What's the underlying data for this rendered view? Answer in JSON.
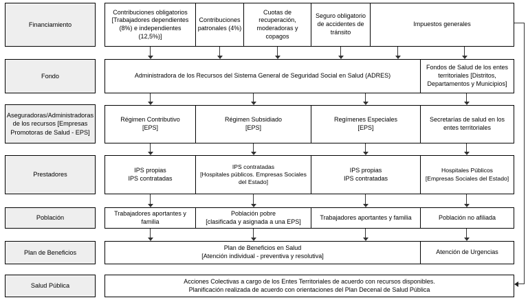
{
  "labels": {
    "financiamiento": "Financiamiento",
    "fondo": "Fondo",
    "aseguradoras": "Aseguradoras/Administradoras\nde los recursos [Empresas\nPromotoras de Salud - EPS]",
    "prestadores": "Prestadores",
    "poblacion": "Población",
    "plan_beneficios": "Plan de Beneficios",
    "salud_publica": "Salud Pública"
  },
  "financiamiento": {
    "contribuciones_obligatorias": "Contribuciones obligatorios\n[Trabajadores dependientes\n(8%) e independientes\n(12,5%)]",
    "contribuciones_patronales": "Contribuciones\npatronales (4%)",
    "cuotas": "Cuotas de\nrecuperación,\nmoderadoras y\ncopagos",
    "seguro_transito": "Seguro obligatorio\nde accidentes de\ntránsito",
    "impuestos": "Impuestos generales"
  },
  "fondo": {
    "adres": "Administradora de los Recursos del Sistema General de Seguridad Social en Salud (ADRES)",
    "fondos_territoriales": "Fondos de Salud de los entes\nterritoriales [Distritos,\nDepartamentos y Municipios]"
  },
  "aseguradoras": {
    "contributivo": "Régimen Contributivo\n[EPS]",
    "subsidiado": "Régimen Subsidiado\n[EPS]",
    "especiales": "Regímenes Especiales\n[EPS]",
    "secretarias": "Secretarías de salud en los\nentes territoriales"
  },
  "prestadores": {
    "c1": "IPS propias\nIPS contratadas",
    "c2": "IPS contratadas\n[Hospitales públicos. Empresas Sociales\ndel Estado]",
    "c3": "IPS propias\nIPS contratadas",
    "c4": "Hospitales Públicos\n[Empresas Sociales del Estado]"
  },
  "poblacion": {
    "c1": "Trabajadores aportantes y\nfamilia",
    "c2": "Población pobre\n[clasificada y asignada a una EPS]",
    "c3": "Trabajadores aportantes y familia",
    "c4": "Población no afiliada"
  },
  "plan_beneficios": {
    "main": "Plan de Beneficios en Salud\n[Atención individual - preventiva y resolutiva]",
    "urgencias": "Atención de Urgencias"
  },
  "salud_publica": {
    "main": "Acciones Colectivas a cargo de los Entes Territoriales de acuerdo con recursos disponibles.\nPlanificación realizada de acuerdo con orientaciones del Plan Decenal de Salud Pública"
  },
  "colors": {
    "label_fill": "#eeeeee",
    "border": "#000000",
    "arrow": "#333333",
    "background": "#ffffff"
  }
}
